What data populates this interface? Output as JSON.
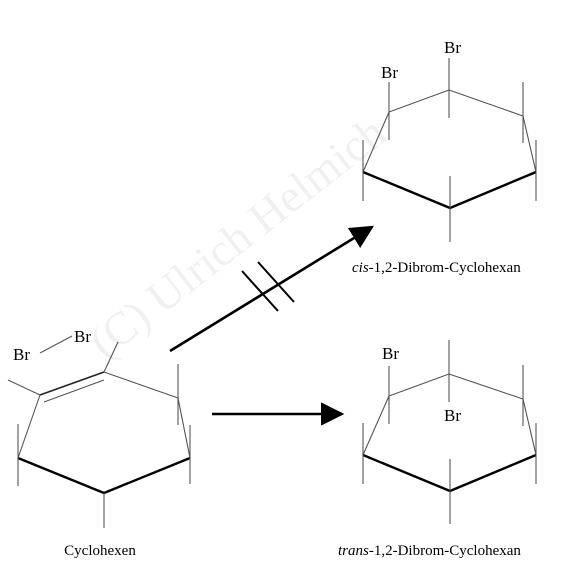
{
  "watermark": "(C) Ulrich Helmich",
  "reactant": {
    "name": "Cyclohexen",
    "reagent_left": "Br",
    "reagent_right": "Br"
  },
  "product_cis": {
    "prefix": "cis",
    "suffix": "-1,2-Dibrom-Cyclohexan",
    "br_left": "Br",
    "br_top": "Br"
  },
  "product_trans": {
    "prefix": "trans",
    "suffix": "-1,2-Dibrom-Cyclohexan",
    "br_up": "Br",
    "br_down": "Br"
  },
  "arrow_cis": {
    "crossed": true
  },
  "arrow_trans": {
    "crossed": false
  }
}
